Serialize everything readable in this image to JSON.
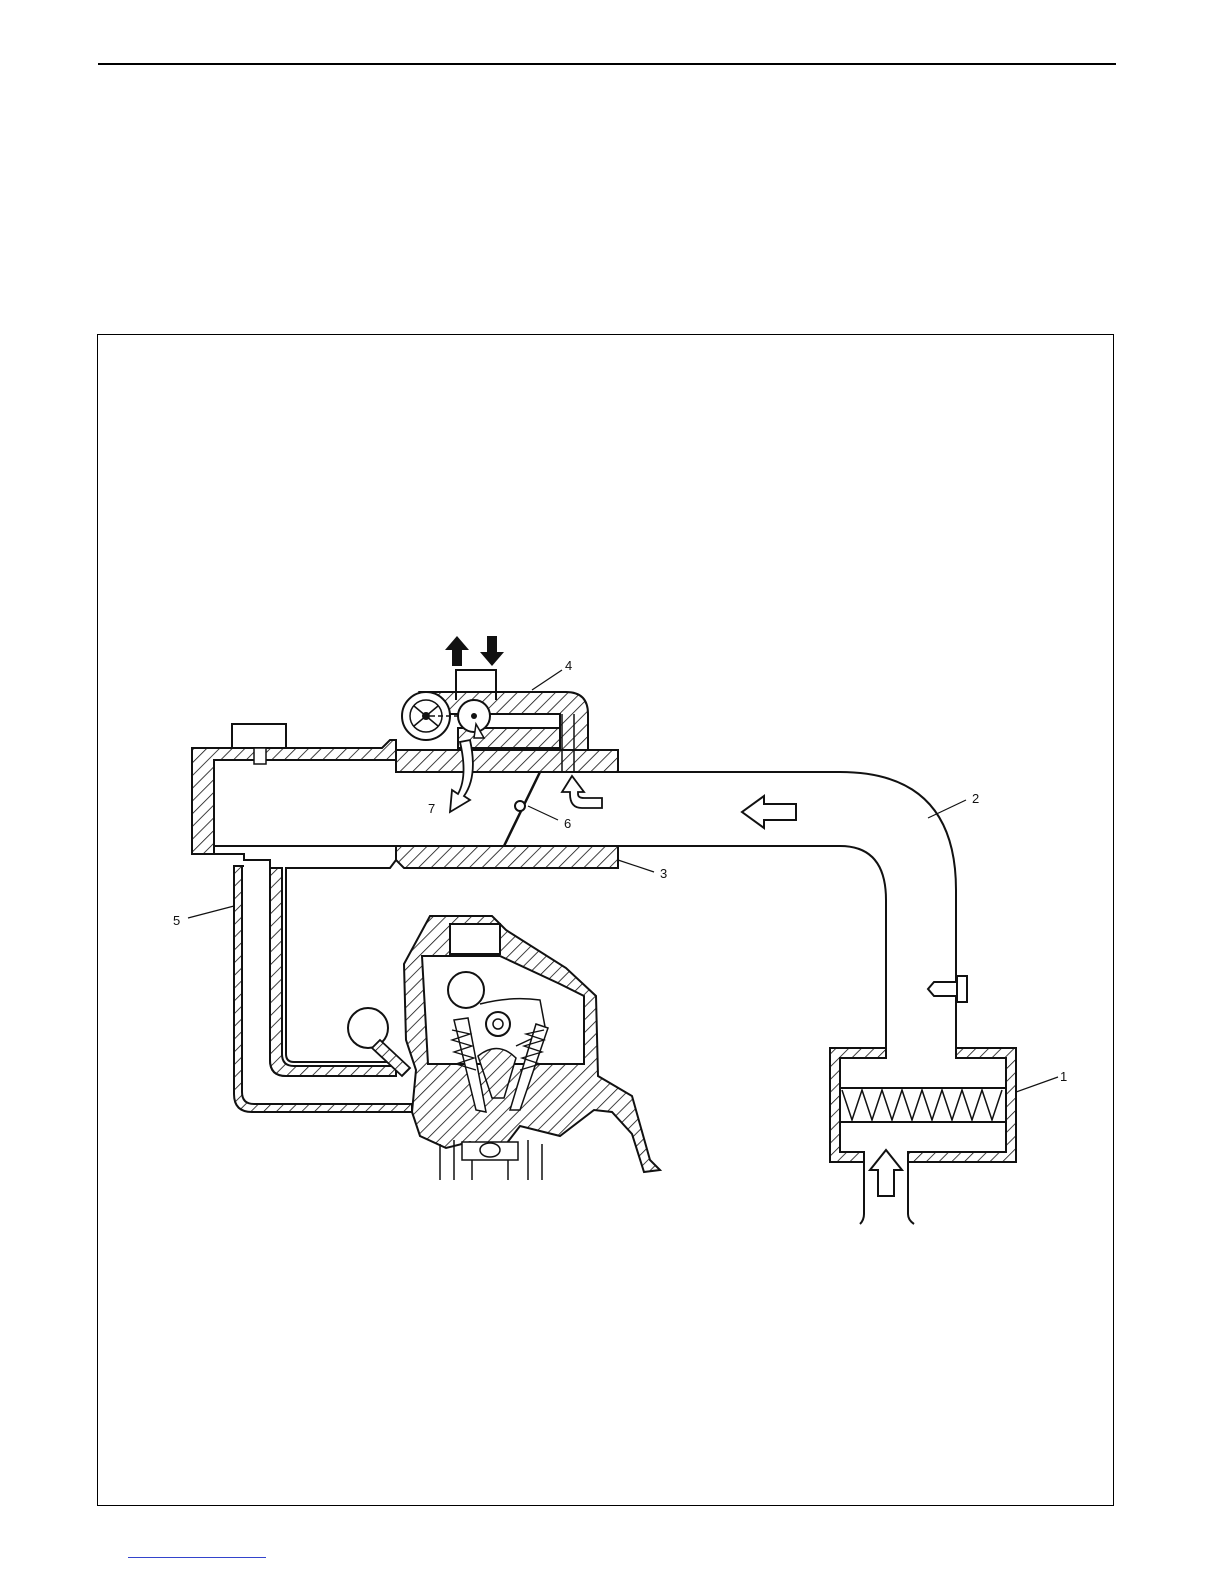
{
  "figure": {
    "callouts": [
      {
        "id": "1",
        "text": "1"
      },
      {
        "id": "2",
        "text": "2"
      },
      {
        "id": "3",
        "text": "3"
      },
      {
        "id": "4",
        "text": "4"
      },
      {
        "id": "5",
        "text": "5"
      },
      {
        "id": "6",
        "text": "6"
      },
      {
        "id": "7",
        "text": "7"
      }
    ]
  },
  "colors": {
    "line": "#111111",
    "paper": "#ffffff",
    "link_underline": "#3344cc"
  }
}
